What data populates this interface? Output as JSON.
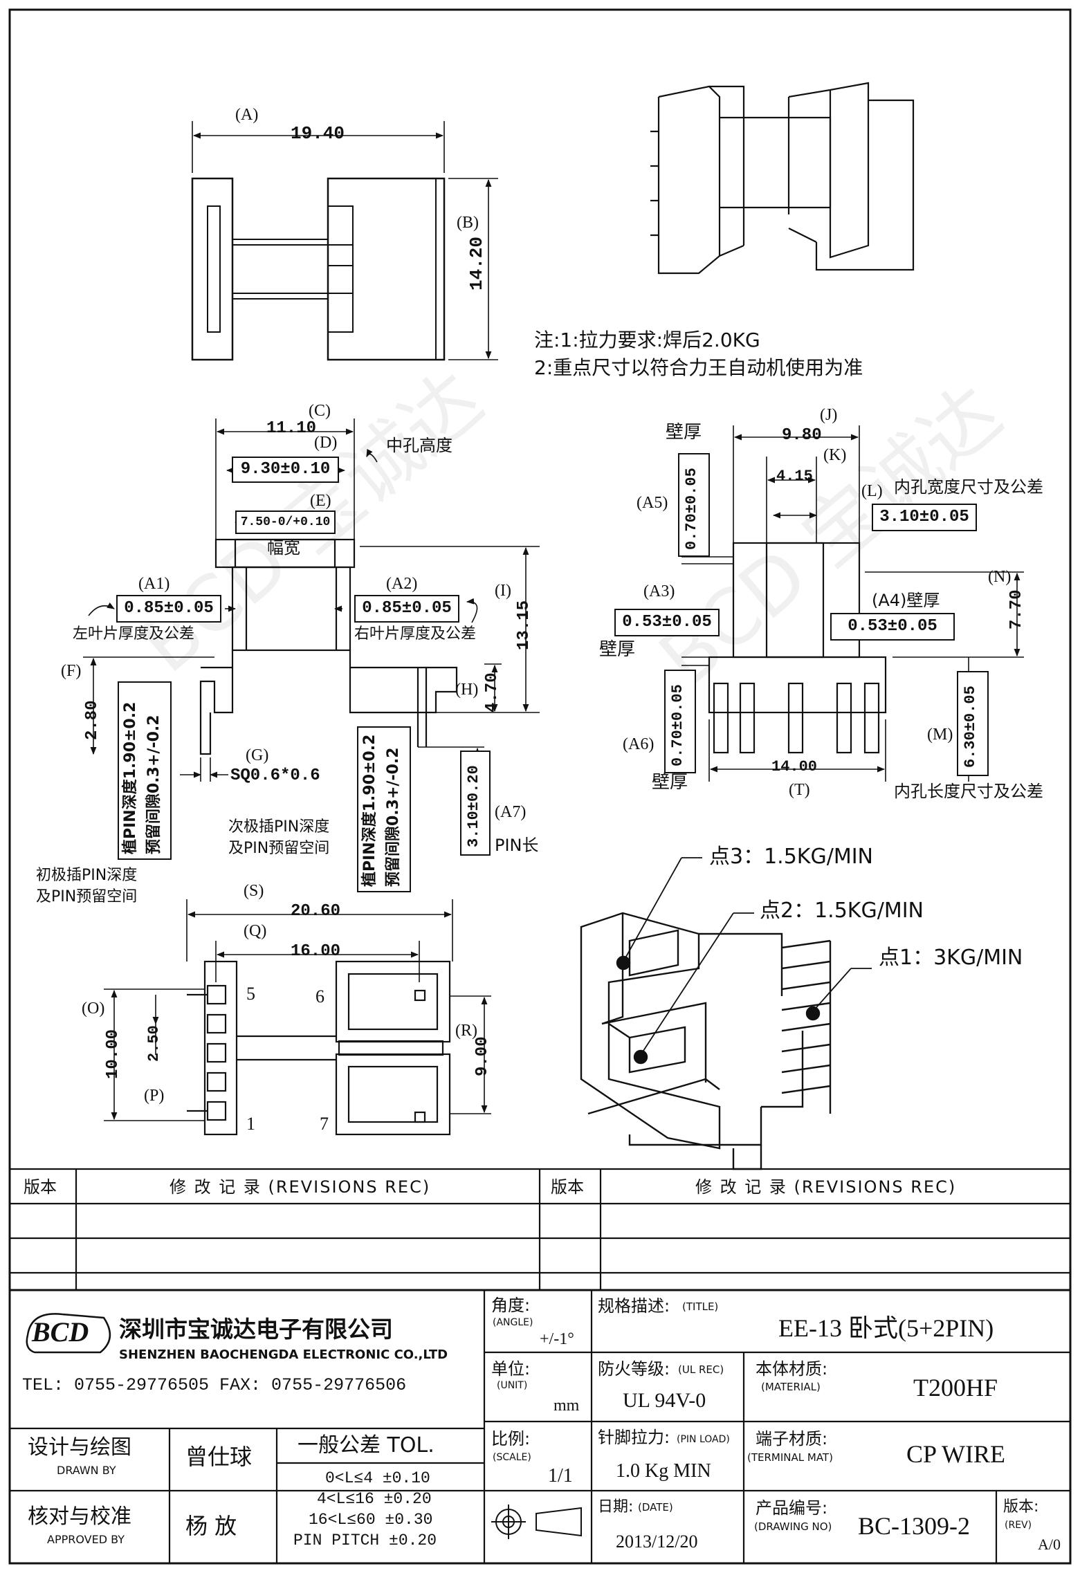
{
  "notes": {
    "n1": "注:1:拉力要求:焊后2.0KG",
    "n2": "2:重点尺寸以符合力王自动机使用为准"
  },
  "top_view": {
    "A_label": "(A)",
    "A_value": "19.40",
    "B_label": "(B)",
    "B_value": "14.20"
  },
  "front_view": {
    "C_label": "(C)",
    "C_value": "11.10",
    "D_label": "(D)",
    "D_value": "9.30±0.10",
    "D_note": "中孔高度",
    "E_label": "(E)",
    "E_value": "7.50-0/+0.10",
    "E_note": "幅宽",
    "A1_label": "(A1)",
    "A1_value": "0.85±0.05",
    "A1_note": "左叶片厚度及公差",
    "A2_label": "(A2)",
    "A2_value": "0.85±0.05",
    "A2_note": "右叶片厚度及公差",
    "I_label": "(I)",
    "I_value": "13.15",
    "F_label": "(F)",
    "F_value": "2.80",
    "H_label": "(H)",
    "H_value": "4.70",
    "G_label": "(G)",
    "G_value": "SQ0.6*0.6",
    "pin_depth_left": "植PIN深度1.90±0.2",
    "pin_gap_left": "预留间隙0.3+/-0.2",
    "pin_depth_right": "植PIN深度1.90±0.2",
    "pin_gap_right": "预留间隙0.3+/-0.2",
    "secondary_note1": "次极插PIN深度",
    "secondary_note2": "及PIN预留空间",
    "primary_note1": "初极插PIN深度",
    "primary_note2": "及PIN预留空间",
    "A7_label": "(A7)",
    "A7_value": "3.10±0.20",
    "A7_note": "PIN长"
  },
  "side_view": {
    "J_label": "(J)",
    "J_value": "9.80",
    "K_label": "(K)",
    "K_value": "4.15",
    "L_label": "(L)",
    "L_note": "内孔宽度尺寸及公差",
    "L_value": "3.10±0.05",
    "A5_label": "(A5)",
    "A5_value": "0.70±0.05",
    "wall": "壁厚",
    "A3_label": "(A3)",
    "A3_value": "0.53±0.05",
    "A3_wall": "壁厚",
    "A4_label": "(A4)壁厚",
    "A4_value": "0.53±0.05",
    "N_label": "(N)",
    "N_value": "7.70",
    "A6_label": "(A6)",
    "A6_value": "0.70±0.05",
    "A6_wall": "壁厚",
    "M_label": "(M)",
    "M_value": "6.30±0.05",
    "M_note": "内孔长度尺寸及公差",
    "T_value": "14.00",
    "T_label": "(T)"
  },
  "bottom_view": {
    "S_label": "(S)",
    "S_value": "20.60",
    "Q_label": "(Q)",
    "Q_value": "16.00",
    "O_label": "(O)",
    "O_value": "10.00",
    "pitch_value": "2.50",
    "P_label": "(P)",
    "R_label": "(R)",
    "R_value": "9.00",
    "pin5": "5",
    "pin6": "6",
    "pin1": "1",
    "pin7": "7"
  },
  "pull_test": {
    "p3": "点3：1.5KG/MIN",
    "p2": "点2：1.5KG/MIN",
    "p1": "点1：3KG/MIN"
  },
  "watermark": "BCD 宝诚达",
  "title_block": {
    "rev_header_left": "版本",
    "rev_records_left": "修 改 记 录 (REVISIONS REC)",
    "rev_header_right": "版本",
    "rev_records_right": "修 改 记 录 (REVISIONS REC)",
    "logo": "BCD",
    "company_cn": "深圳市宝诚达电子有限公司",
    "company_en": "SHENZHEN BAOCHENGDA ELECTRONIC CO.,LTD",
    "tel_fax": "TEL: 0755-29776505  FAX: 0755-29776506",
    "angle_label": "角度:",
    "angle_en": "(ANGLE)",
    "angle_value": "+/-1°",
    "title_label": "规格描述:",
    "title_en": "(TITLE)",
    "title_value": "EE-13 卧式(5+2PIN)",
    "unit_label": "单位:",
    "unit_en": "(UNIT)",
    "unit_value": "mm",
    "ul_label": "防火等级:",
    "ul_en": "(UL REC)",
    "ul_value": "UL 94V-0",
    "material_label": "本体材质:",
    "material_en": "(MATERIAL)",
    "material_value": "T200HF",
    "drawn_label": "设计与绘图",
    "drawn_en": "DRAWN BY",
    "drawn_value": "曾仕球",
    "tol_header": "一般公差 TOL.",
    "tol_rows": [
      "0<L≤4   ±0.10",
      "4<L≤16   ±0.20",
      "16<L≤60   ±0.30",
      "PIN PITCH   ±0.20"
    ],
    "scale_label": "比例:",
    "scale_en": "(SCALE)",
    "scale_value": "1/1",
    "pin_load_label": "针脚拉力:",
    "pin_load_en": "(PIN LOAD)",
    "pin_load_value": "1.0 Kg MIN",
    "terminal_label": "端子材质:",
    "terminal_en": "(TERMINAL MAT)",
    "terminal_value": "CP WIRE",
    "approved_label": "核对与校准",
    "approved_en": "APPROVED BY",
    "approved_value": "杨 放",
    "date_label": "日期:",
    "date_en": "(DATE)",
    "date_value": "2013/12/20",
    "drawing_no_label": "产品编号:",
    "drawing_no_en": "(DRAWING NO)",
    "drawing_no_value": "BC-1309-2",
    "rev_label": "版本:",
    "rev_en": "(REV)",
    "rev_value": "A/0"
  }
}
